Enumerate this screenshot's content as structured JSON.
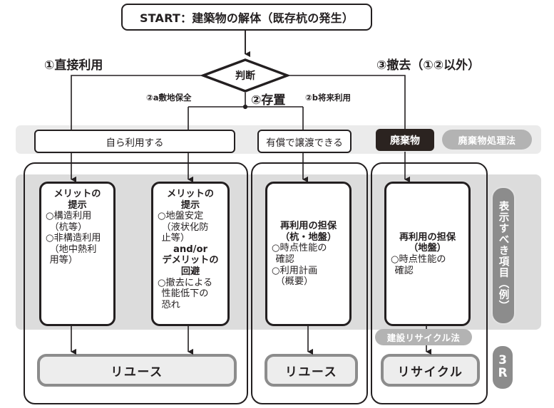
{
  "diagram": {
    "title_node": "START：建築物の解体（既存杭の発生）",
    "decision": "判断",
    "branches": {
      "b1": "①直接利用",
      "b2": "②存置",
      "b2a": "②a敷地保全",
      "b2b": "②b将来利用",
      "b3": "③撤去（①②以外）"
    },
    "row2": {
      "self_use": "自ら利用する",
      "transfer": "有償で譲渡できる",
      "waste": "廃棄物",
      "waste_law": "廃棄物処理法"
    },
    "cards": [
      {
        "name": "merit-structural",
        "head1": "メリットの",
        "head2": "提示",
        "lines": [
          "○構造利用",
          "（杭等）",
          "○非構造利用",
          "（地中熱利",
          "用等）"
        ]
      },
      {
        "name": "merit-demerit",
        "head1": "メリットの",
        "head2": "提示",
        "lines": [
          "○地盤安定",
          "（液状化防",
          "止等）"
        ],
        "conj": "and/or",
        "head3": "デメリットの",
        "head4": "回避",
        "lines2": [
          "○撤去による",
          "性能低下の",
          "恐れ"
        ]
      },
      {
        "name": "reuse-guarantee-pile-ground",
        "head1": "再利用の担保",
        "head2": "（杭・地盤）",
        "lines": [
          "○時点性能の",
          "確認",
          "○利用計画",
          "（概要）"
        ]
      },
      {
        "name": "reuse-guarantee-ground",
        "head1": "再利用の担保",
        "head2": "（地盤）",
        "lines": [
          "○時点性能の",
          "確認"
        ]
      }
    ],
    "recycle_law": "建設リサイクル法",
    "results": {
      "reuse1": "リユース",
      "reuse2": "リユース",
      "recycle": "リサイクル"
    },
    "side": {
      "display_items": "表示すべき項目（例）",
      "three_r_line1": "3",
      "three_r_line2": "R"
    },
    "colors": {
      "ink": "#231f20",
      "band_light": "#ebebeb",
      "band_mid": "#dcdcdc",
      "grey_pill": "#b3b3b3",
      "result_border": "#8c8c8c",
      "result_fill": "#ededed",
      "waste_fill": "#2b2320"
    }
  }
}
